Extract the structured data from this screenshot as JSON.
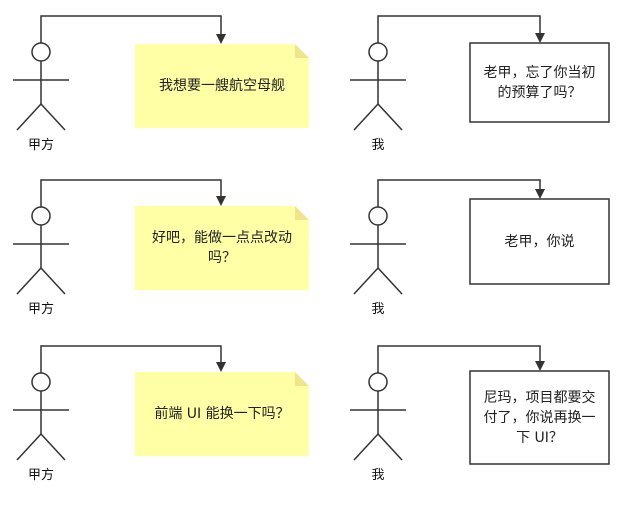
{
  "colors": {
    "note_fill": "#ffffa6",
    "note_fold": "#f0e58c",
    "box_fill": "#ffffff",
    "line": "#333333"
  },
  "rows": [
    {
      "client_actor": "甲方",
      "client_note": "我想要一艘航空母舰",
      "me_actor": "我",
      "me_box": "老甲，忘了你当初\n的预算了吗？"
    },
    {
      "client_actor": "甲方",
      "client_note": "好吧，能做一点点改动\n吗？",
      "me_actor": "我",
      "me_box": "老甲，你说"
    },
    {
      "client_actor": "甲方",
      "client_note": "前端 UI 能换一下吗？",
      "me_actor": "我",
      "me_box": "尼玛，项目都要交\n付了，你说再换一\n下 UI？"
    }
  ]
}
